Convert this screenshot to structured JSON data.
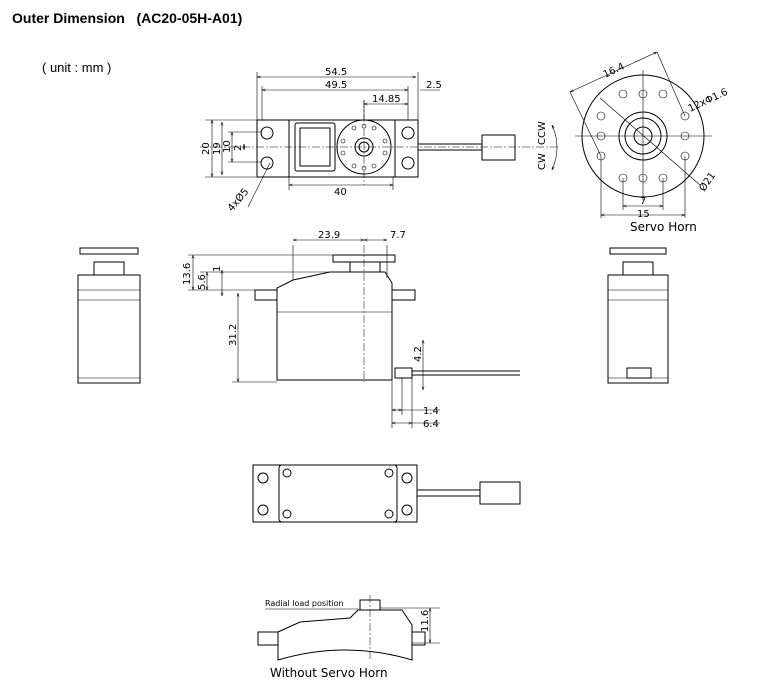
{
  "header": {
    "title": "Outer Dimension",
    "model": "(AC20-05H-A01)"
  },
  "unit_label": "( unit : mm )",
  "top_view": {
    "dims": {
      "overall_length": "54.5",
      "hole_pitch": "49.5",
      "horn_offset": "14.85",
      "tab": "2.5",
      "body_length": "40",
      "width": "20",
      "width_inner": "19",
      "hole_span": "10",
      "slot": "2",
      "holes": "4xØ5"
    },
    "rotation": {
      "cw": "CW",
      "ccw": "CCW"
    }
  },
  "servo_horn": {
    "dims": {
      "diag": "16.4",
      "holes": "12xΦ1.6",
      "diameter": "Ø21",
      "inner_pitch": "7",
      "outer_pitch": "15"
    },
    "caption": "Servo Horn"
  },
  "side_view": {
    "dims": {
      "shaft_pos": "23.9",
      "shaft_to_end": "7.7",
      "top_height": "13.6",
      "flange_to_top": "5.6",
      "flange": "1",
      "body_height": "31.2",
      "cable_height": "4.2",
      "cable_offset": "1.4",
      "cable_exit": "6.4"
    }
  },
  "no_horn_view": {
    "label": "Radial load position",
    "height": "11.6",
    "caption": "Without Servo Horn"
  }
}
